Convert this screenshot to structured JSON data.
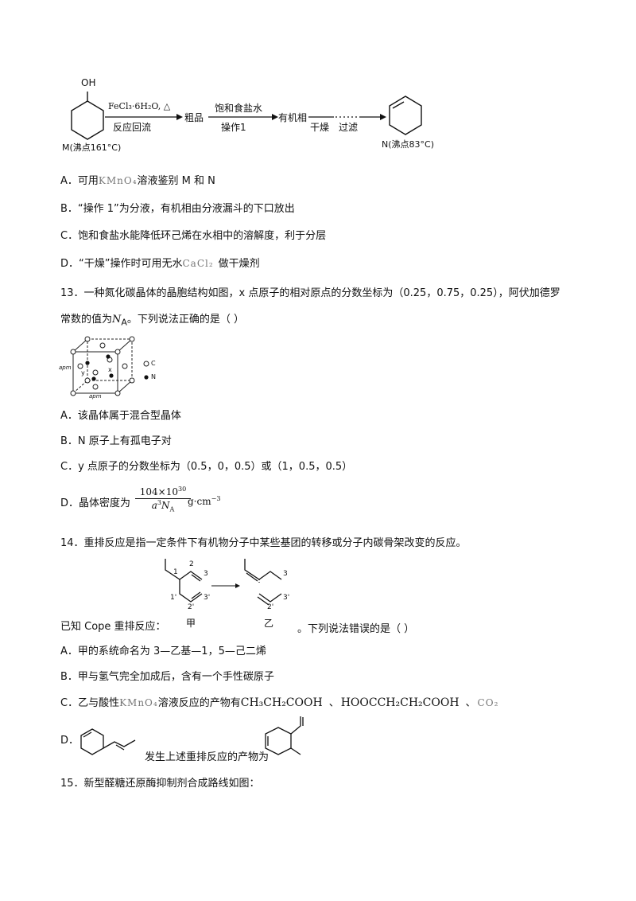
{
  "scheme": {
    "oh": "OH",
    "reagent_top": "FeCl₃·6H₂O, △",
    "reagent_bottom": "反应回流",
    "crude": "粗品",
    "step1_top": "饱和食盐水",
    "step1_bottom": "操作1",
    "organic": "有机相",
    "dry": "干燥",
    "filter": "过滤",
    "m_label": "M(沸点161°C)",
    "n_label": "N(沸点83°C)"
  },
  "q12": {
    "a_pre": "A．可用",
    "a_formula": "KMnO₄",
    "a_post": "溶液鉴别 M 和 N",
    "b": "B．“操作 1”为分液，有机相由分液漏斗的下口放出",
    "c": "C．饱和食盐水能降低环己烯在水相中的溶解度，利于分层",
    "d_pre": "D．“干燥”操作时可用无水",
    "d_formula": "CaCl₂",
    "d_post": "做干燥剂"
  },
  "q13": {
    "stem1": "13．一种氮化碳晶体的晶胞结构如图，x 点原子的相对原点的分数坐标为（0.25，0.75，0.25），阿伏加德罗",
    "stem2_pre": "常数的值为",
    "stem2_na": "N",
    "stem2_na_sub": "A",
    "stem2_post": "。下列说法正确的是（          ）",
    "fig": {
      "apm": "apm",
      "c_label": "C",
      "n_label": "N",
      "x": "x",
      "y": "y"
    },
    "a": "A．该晶体属于混合型晶体",
    "b": "B．N 原子上有孤电子对",
    "c": "C．y 点原子的分数坐标为（0.5，0，0.5）或（1，0.5，0.5）",
    "d_pre": "D．晶体密度为",
    "d_num": "104×10",
    "d_num_sup": "30",
    "d_den_a": "a",
    "d_den_sup": "3",
    "d_den_n": "N",
    "d_den_sub": "A",
    "d_unit": "g·cm",
    "d_unit_sup": "−3"
  },
  "q14": {
    "stem": "14．重排反应是指一定条件下有机物分子中某些基团的转移或分子内碳骨架改变的反应。",
    "fig": {
      "n1": "1",
      "n2": "2",
      "n3": "3",
      "n1p": "1'",
      "n2p": "2'",
      "n3p": "3'",
      "jia": "甲",
      "yi": "乙"
    },
    "known_pre": "已知 Cope 重排反应：",
    "known_post": "。下列说法错误的是（          ）",
    "a": "A．甲的系统命名为 3—乙基—1，5—己二烯",
    "b": "B．甲与氢气完全加成后，含有一个手性碳原子",
    "c_pre": "C．乙与酸性",
    "c_formula": "KMnO₄",
    "c_mid": "溶液反应的产物有",
    "c_p1": "CH₃CH₂COOH",
    "c_sep1": "、",
    "c_p2": "HOOCCH₂CH₂COOH",
    "c_sep2": "、",
    "c_p3": "CO₂",
    "d_pre": "D．",
    "d_mid": "发生上述重排反应的产物为"
  },
  "q15": {
    "stem": "15．新型醛糖还原酶抑制剂合成路线如图："
  }
}
